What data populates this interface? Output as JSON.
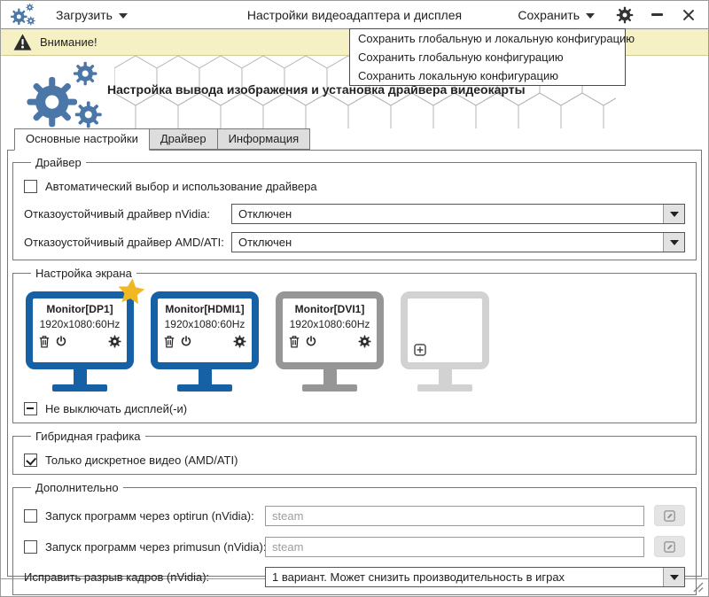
{
  "window": {
    "title": "Настройки видеоадаптера и дисплея",
    "load_button": "Загрузить",
    "save_button": "Сохранить"
  },
  "warning": {
    "text": "Внимание!"
  },
  "save_menu": {
    "items": [
      "Сохранить глобальную и локальную конфигурацию",
      "Сохранить глобальную конфигурацию",
      "Сохранить локальную конфигурацию"
    ]
  },
  "header": {
    "title": "Настройка вывода изображения и установка драйвера видеокарты"
  },
  "tabs": [
    {
      "label": "Основные настройки",
      "active": true
    },
    {
      "label": "Драйвер",
      "active": false
    },
    {
      "label": "Информация",
      "active": false
    }
  ],
  "driver_group": {
    "title": "Драйвер",
    "auto_checkbox_label": "Автоматический выбор и использование драйвера",
    "auto_checkbox_checked": false,
    "nvidia_label": "Отказоустойчивый драйвер nVidia:",
    "nvidia_value": "Отключен",
    "amd_label": "Отказоустойчивый драйвер AMD/ATI:",
    "amd_value": "Отключен"
  },
  "screen_group": {
    "title": "Настройка экрана",
    "monitors": [
      {
        "name": "Monitor[DP1]",
        "resolution": "1920x1080:60Hz",
        "state": "primary-starred"
      },
      {
        "name": "Monitor[HDMI1]",
        "resolution": "1920x1080:60Hz",
        "state": "active"
      },
      {
        "name": "Monitor[DVI1]",
        "resolution": "1920x1080:60Hz",
        "state": "inactive"
      },
      {
        "name": "",
        "resolution": "",
        "state": "add-placeholder"
      }
    ],
    "keep_on_checkbox_label": "Не выключать дисплей(-и)",
    "keep_on_checkbox_state": "indeterminate"
  },
  "hybrid_group": {
    "title": "Гибридная графика",
    "discrete_checkbox_label": "Только дискретное видео (AMD/ATI)",
    "discrete_checkbox_checked": true
  },
  "extra_group": {
    "title": "Дополнительно",
    "optirun_label": "Запуск программ через optirun (nVidia):",
    "optirun_checked": false,
    "optirun_value": "steam",
    "primusun_label": "Запуск программ через primusun (nVidia):",
    "primusun_checked": false,
    "primusun_value": "steam",
    "tearing_label": "Исправить разрыв кадров (nVidia):",
    "tearing_value": "1 вариант. Может снизить производительность в играх"
  },
  "icons": {
    "app": "gears-icon",
    "warning": "warning-triangle-icon",
    "menu_arrows": "chevron-down-icon",
    "settings": "gear-icon",
    "minimize": "minimize-icon",
    "close": "close-icon",
    "monitor_delete": "trash-icon",
    "monitor_power": "power-icon",
    "monitor_settings": "gear-icon",
    "primary_monitor": "star-icon",
    "add_monitor": "plus-box-icon",
    "edit": "pencil-icon",
    "resize": "resize-grip-icon"
  },
  "colors": {
    "accent_blue": "#1661a5",
    "gear_blue": "#4a77a8",
    "warning_bg": "#f5f1c4",
    "star_gold": "#f2b824",
    "inactive_gray": "#969696",
    "placeholder_gray": "#d2d2d2",
    "disabled_text": "#9d9d9d"
  }
}
